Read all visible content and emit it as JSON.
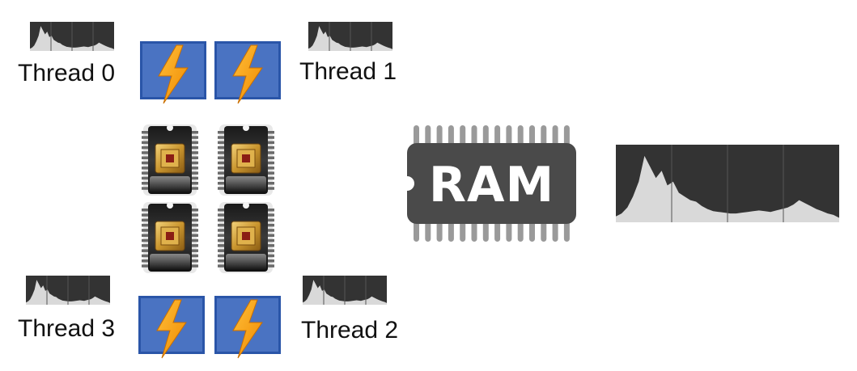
{
  "threads": [
    {
      "id": 0,
      "label": "Thread 0"
    },
    {
      "id": 1,
      "label": "Thread 1"
    },
    {
      "id": 2,
      "label": "Thread 2"
    },
    {
      "id": 3,
      "label": "Thread 3"
    }
  ],
  "ram": {
    "label": "RAM",
    "body_color": "#4a4a4a",
    "pin_color": "#9a9a9a"
  },
  "colors": {
    "core_fill": "#4a73c2",
    "core_border": "#2a55a8",
    "bolt": "#f5a623",
    "histogram_bg": "#333333",
    "histogram_fill": "#d9d9d9"
  },
  "icons": [
    "histogram-icon",
    "cpu-core-icon",
    "lightning-bolt-icon",
    "processor-chip-icon",
    "ram-chip-icon"
  ]
}
